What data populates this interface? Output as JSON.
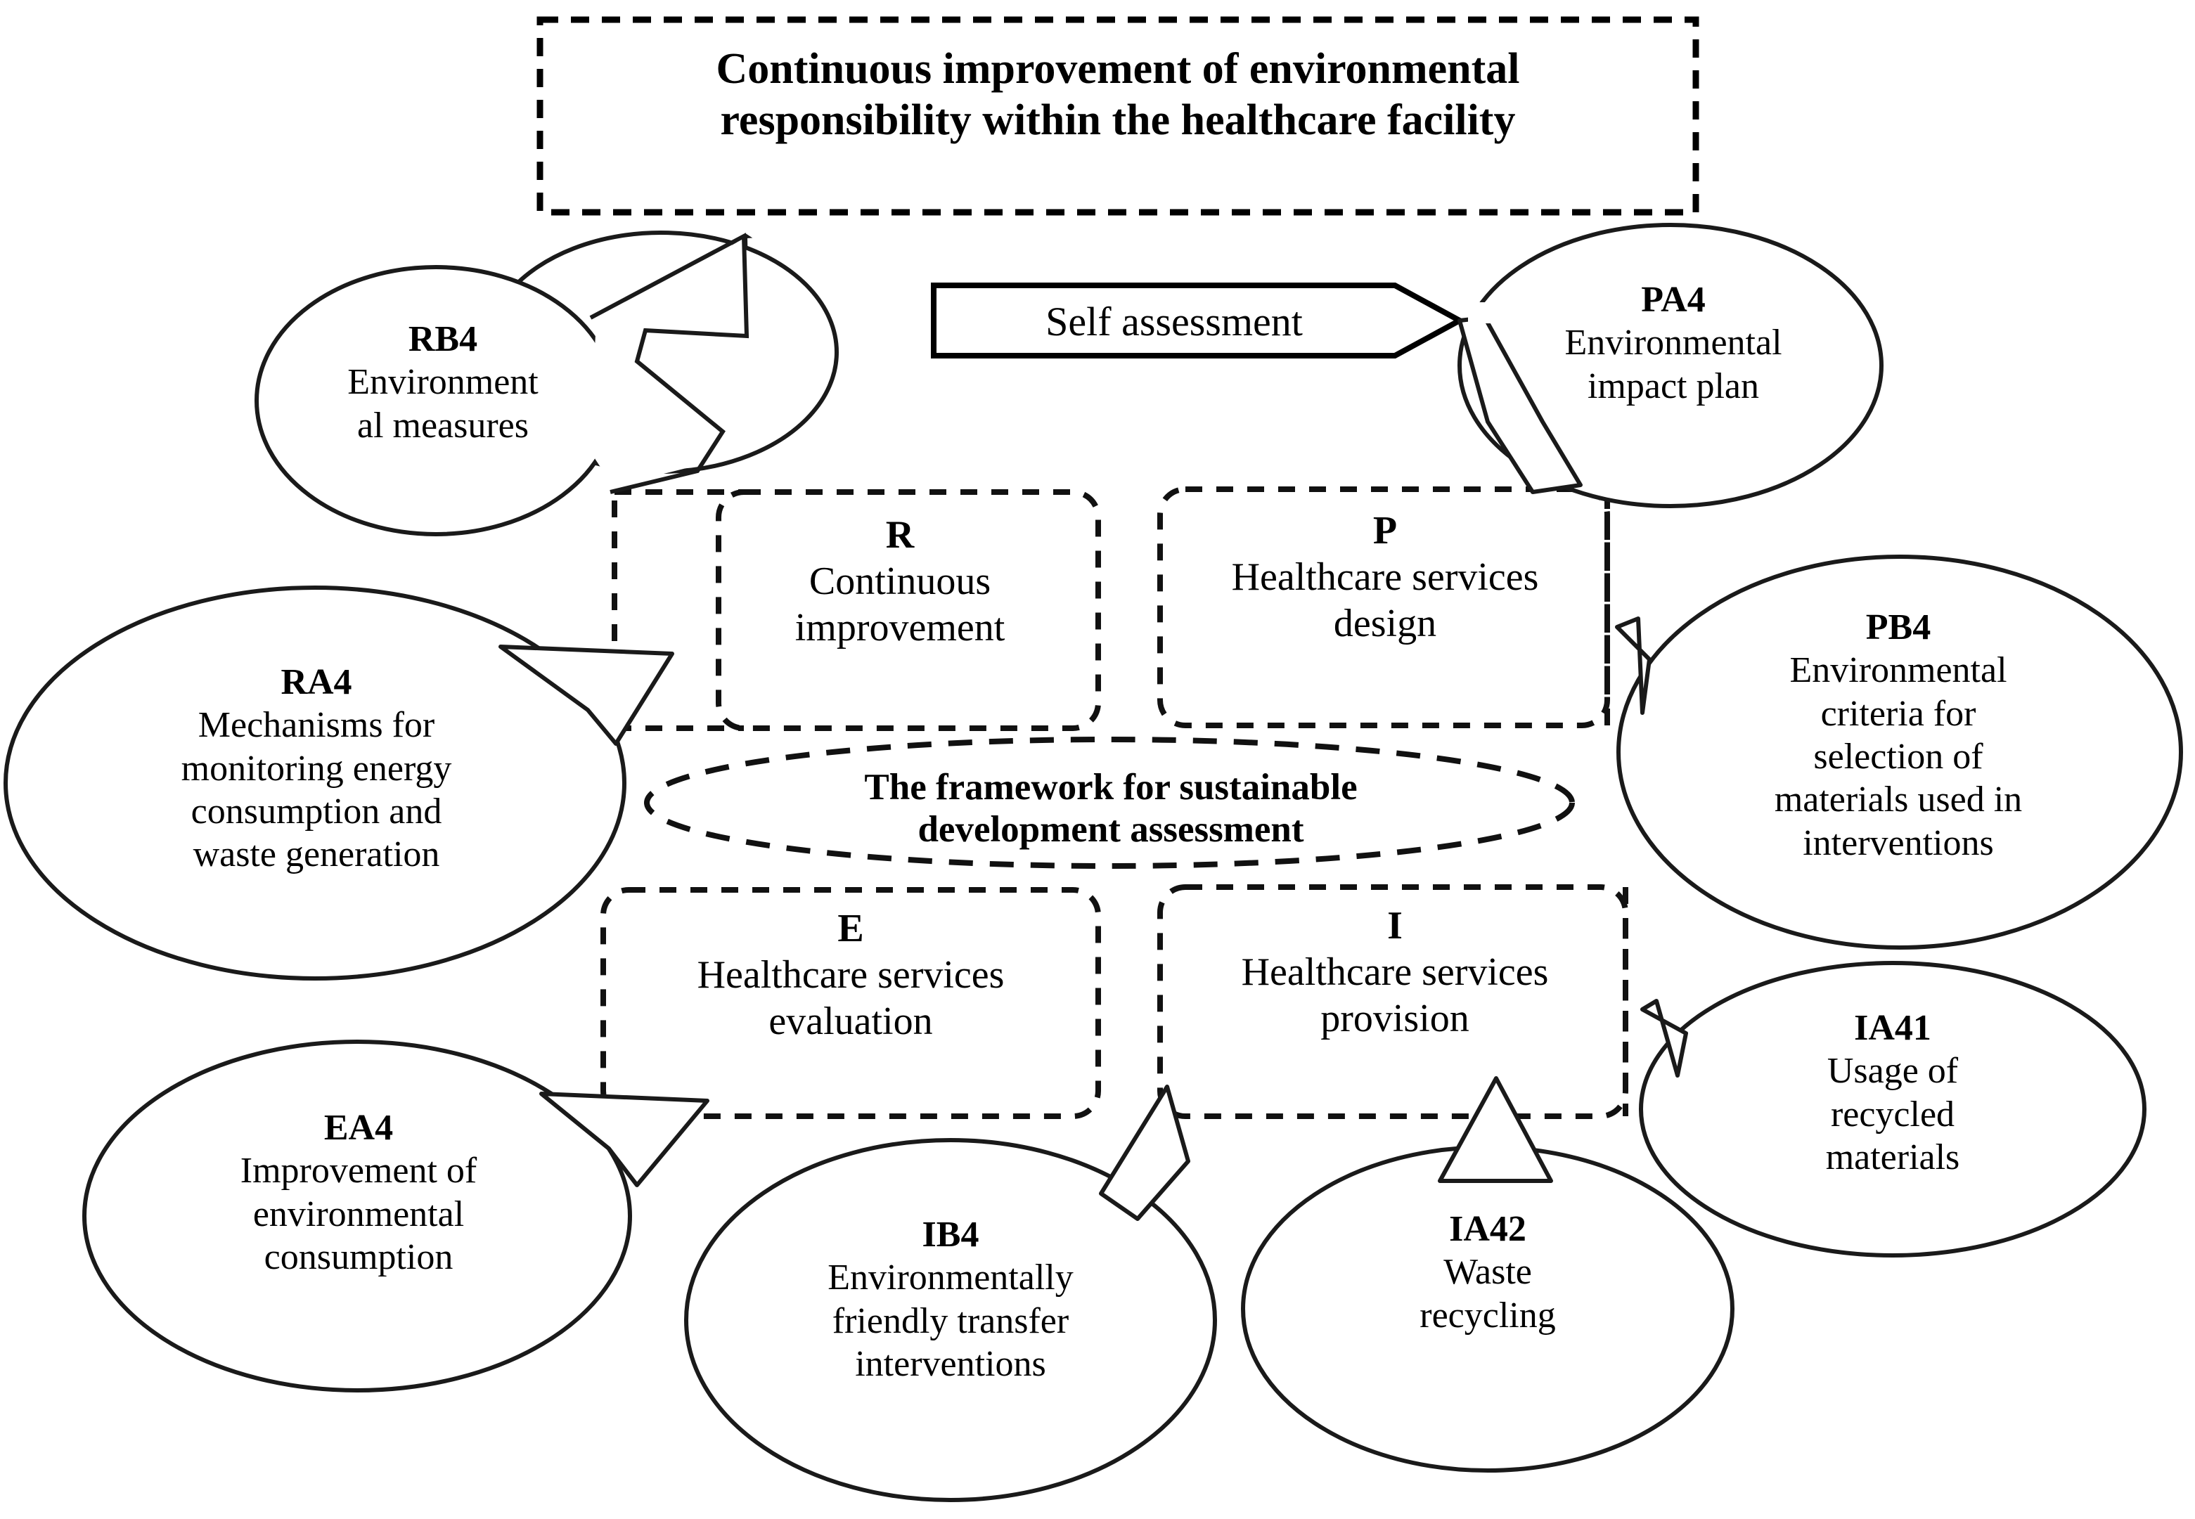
{
  "diagram": {
    "title_box": {
      "text": "Continuous improvement of environmental responsibility within the healthcare facility",
      "line1": "Continuous improvement of environmental",
      "line2": "responsibility within the healthcare facility",
      "border_style": "dashed",
      "border_color": "#000000"
    },
    "self_assessment": {
      "label": "Self assessment",
      "shape": "right-arrow-pentagon",
      "border_color": "#000000"
    },
    "center_ellipse": {
      "line1": "The framework for sustainable",
      "line2": "development assessment",
      "text": "The framework for sustainable development assessment",
      "border_style": "dashed"
    },
    "quadrants": [
      {
        "id": "R",
        "code": "R",
        "line1": "Continuous",
        "line2": "improvement",
        "position": "top-left"
      },
      {
        "id": "P",
        "code": "P",
        "line1": "Healthcare services",
        "line2": "design",
        "position": "top-right"
      },
      {
        "id": "E",
        "code": "E",
        "line1": "Healthcare services",
        "line2": "evaluation",
        "position": "bottom-left"
      },
      {
        "id": "I",
        "code": "I",
        "line1": "Healthcare services",
        "line2": "provision",
        "position": "bottom-right"
      }
    ],
    "callouts": [
      {
        "id": "RB4",
        "code": "RB4",
        "lines": [
          "Environment",
          "al measures"
        ],
        "text": "Environmental measures",
        "points_to": "R",
        "position": "top-left"
      },
      {
        "id": "PA4",
        "code": "PA4",
        "lines": [
          "Environmental",
          "impact plan"
        ],
        "text": "Environmental impact plan",
        "points_to": "P",
        "position": "top-right"
      },
      {
        "id": "RA4",
        "code": "RA4",
        "lines": [
          "Mechanisms for",
          "monitoring energy",
          "consumption and",
          "waste generation"
        ],
        "text": "Mechanisms for monitoring energy consumption and waste generation",
        "points_to": "R",
        "position": "left"
      },
      {
        "id": "PB4",
        "code": "PB4",
        "lines": [
          "Environmental",
          "criteria for",
          "selection of",
          "materials used in",
          "interventions"
        ],
        "text": "Environmental criteria for selection of materials used in interventions",
        "points_to": "P",
        "position": "right"
      },
      {
        "id": "EA4",
        "code": "EA4",
        "lines": [
          "Improvement of",
          "environmental",
          "consumption"
        ],
        "text": "Improvement of environmental consumption",
        "points_to": "E",
        "position": "bottom-left"
      },
      {
        "id": "IB4",
        "code": "IB4",
        "lines": [
          "Environmentally",
          "friendly transfer",
          "interventions"
        ],
        "text": "Environmentally friendly transfer interventions",
        "points_to": "I",
        "position": "bottom-center-left"
      },
      {
        "id": "IA42",
        "code": "IA42",
        "lines": [
          "Waste",
          "recycling"
        ],
        "text": "Waste recycling",
        "points_to": "I",
        "position": "bottom-center-right"
      },
      {
        "id": "IA41",
        "code": "IA41",
        "lines": [
          "Usage of",
          "recycled",
          "materials"
        ],
        "text": "Usage of recycled materials",
        "points_to": "I",
        "position": "right-lower"
      }
    ],
    "arrow_to_title": {
      "name": "up-right-arrow",
      "from": "R",
      "to": "title_box"
    },
    "colors": {
      "stroke": "#1a1a1a",
      "text": "#000000",
      "background": "#ffffff"
    }
  }
}
